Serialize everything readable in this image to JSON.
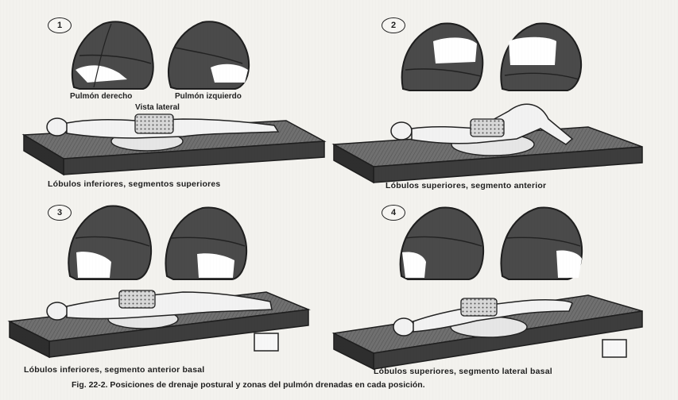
{
  "panels": [
    {
      "number": "1",
      "lung_labels": {
        "right": "Pulmón derecho",
        "left": "Pulmón izquierdo",
        "view": "Vista lateral"
      },
      "caption": "Lóbulos inferiores, segmentos superiores"
    },
    {
      "number": "2",
      "caption": "Lóbulos superiores, segmento anterior"
    },
    {
      "number": "3",
      "caption": "Lóbulos inferiores, segmento anterior basal"
    },
    {
      "number": "4",
      "caption": "Lóbulos superiores, segmento lateral basal"
    }
  ],
  "figure_caption": "Fig. 22-2. Posiciones de drenaje postural y zonas del pulmón drenadas en cada posición.",
  "colors": {
    "lung_fill": "#4a4a4a",
    "lung_highlight": "#ffffff",
    "table_top": "#6e6e6e",
    "table_side": "#3d3d3d",
    "line": "#1e1e1e"
  },
  "icons": [
    "right-lung-icon",
    "left-lung-icon",
    "patient-figure-icon",
    "pillow-icon",
    "treatment-table-icon",
    "block-support-icon"
  ]
}
